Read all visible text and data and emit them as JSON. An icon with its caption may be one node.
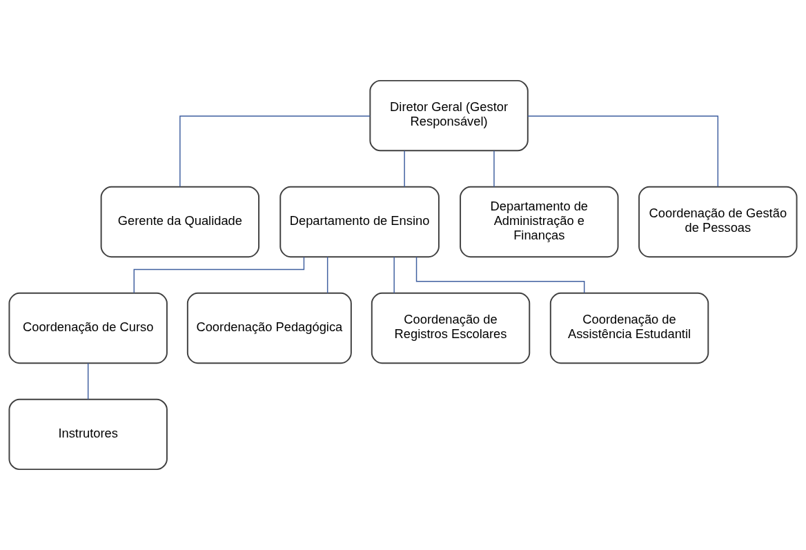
{
  "diagram": {
    "nodes": [
      {
        "text": [
          "Diretor Geral (Gestor Responsável)"
        ]
      },
      {
        "text": [
          "Gerente da Qualidade"
        ]
      },
      {
        "text": [
          "Departamento de Ensino"
        ]
      },
      {
        "text": [
          "Departamento de Administração e Finanças"
        ]
      },
      {
        "text": [
          "Coordenação de Gestão de Pessoas"
        ]
      },
      {
        "text": [
          "Coordenação de Curso"
        ]
      },
      {
        "text": [
          "Coordenação Pedagógica"
        ]
      },
      {
        "text": [
          "Coordenação de Registros Escolares"
        ]
      },
      {
        "text": [
          "Coordenação de Assistência Estudantil"
        ]
      },
      {
        "text": [
          "Instrutores"
        ]
      }
    ],
    "edges": [
      {
        "from": 0,
        "to": 1,
        "arrow": "none"
      },
      {
        "from": 0,
        "to": 2,
        "arrow": "none"
      },
      {
        "from": 0,
        "to": 3,
        "arrow": "none"
      },
      {
        "from": 0,
        "to": 4,
        "arrow": "none"
      },
      {
        "from": 2,
        "to": 5,
        "arrow": "none"
      },
      {
        "from": 2,
        "to": 6,
        "arrow": "none"
      },
      {
        "from": 2,
        "to": 7,
        "arrow": "none"
      },
      {
        "from": 2,
        "to": 8,
        "arrow": "none"
      },
      {
        "from": 5,
        "to": 9,
        "arrow": "none"
      }
    ]
  }
}
